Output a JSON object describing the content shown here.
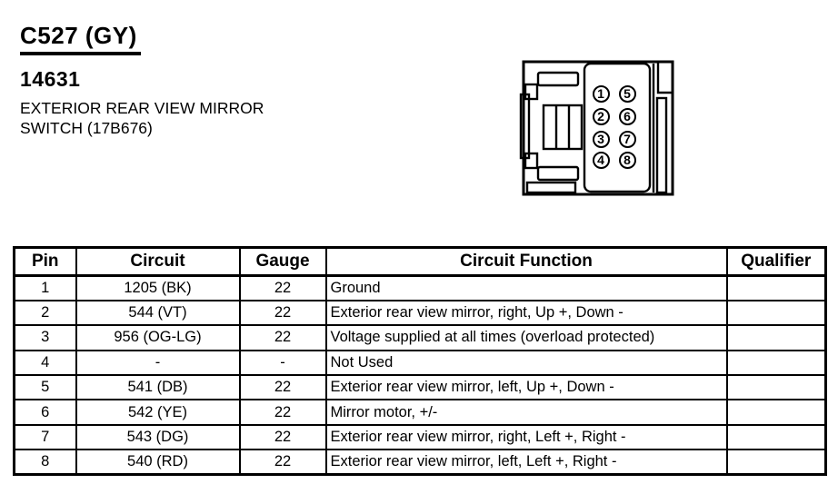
{
  "header": {
    "connector_id": "C527 (GY)",
    "part_number": "14631",
    "description_lines": [
      "EXTERIOR REAR VIEW MIRROR",
      "SWITCH (17B676)"
    ]
  },
  "connector_diagram": {
    "name": "8-pin connector face view",
    "pin_grid": [
      [
        "1",
        "5"
      ],
      [
        "2",
        "6"
      ],
      [
        "3",
        "7"
      ],
      [
        "4",
        "8"
      ]
    ]
  },
  "pin_table": {
    "columns": [
      "Pin",
      "Circuit",
      "Gauge",
      "Circuit Function",
      "Qualifier"
    ],
    "rows": [
      [
        "1",
        "1205 (BK)",
        "22",
        "Ground",
        ""
      ],
      [
        "2",
        "544 (VT)",
        "22",
        "Exterior rear view mirror, right, Up +, Down -",
        ""
      ],
      [
        "3",
        "956 (OG-LG)",
        "22",
        "Voltage supplied at all times (overload protected)",
        ""
      ],
      [
        "4",
        "-",
        "-",
        "Not Used",
        ""
      ],
      [
        "5",
        "541 (DB)",
        "22",
        "Exterior rear view mirror, left, Up +, Down -",
        ""
      ],
      [
        "6",
        "542 (YE)",
        "22",
        "Mirror motor, +/-",
        ""
      ],
      [
        "7",
        "543 (DG)",
        "22",
        "Exterior rear view mirror, right, Left +, Right -",
        ""
      ],
      [
        "8",
        "540 (RD)",
        "22",
        "Exterior rear view mirror, left, Left +, Right -",
        ""
      ]
    ]
  },
  "colors": {
    "ink": "#000000",
    "paper": "#ffffff"
  }
}
